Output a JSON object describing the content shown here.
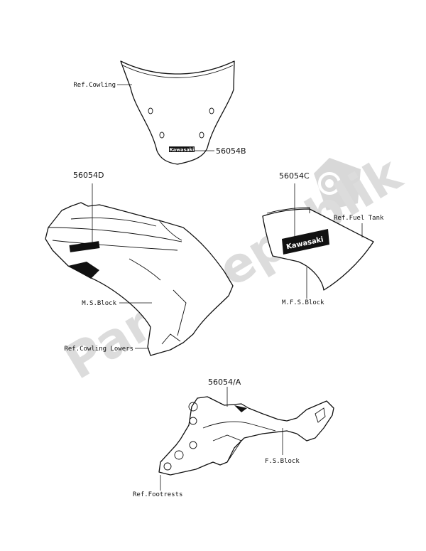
{
  "watermark": {
    "text": "PartsRepublik"
  },
  "callouts": {
    "part_56054b": "56054B",
    "part_56054d": "56054D",
    "part_56054c": "56054C",
    "part_56054a": "56054/A"
  },
  "references": {
    "cowling": "Ref.Cowling",
    "fuel_tank": "Ref.Fuel Tank",
    "cowling_lowers": "Ref.Cowling Lowers",
    "footrests": "Ref.Footrests"
  },
  "blocks": {
    "ms_block": "M.S.Block",
    "mfs_block": "M.F.S.Block",
    "fs_block": "F.S.Block"
  },
  "decals": {
    "windshield_logo": "Kawasaki",
    "tank_logo": "Kawasaki"
  },
  "icons": [
    "gear-icon"
  ]
}
